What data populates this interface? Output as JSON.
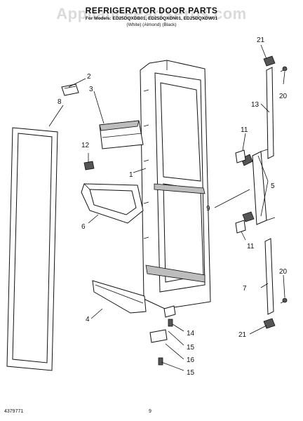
{
  "header": {
    "title": "REFRIGERATOR DOOR PARTS",
    "models": "For Models: ED25DQXDB01, ED25DQXDN01, ED25DQXDW01",
    "variants": "(White)      (Almond)      (Black)"
  },
  "watermark": "AppliancePartsPros.com",
  "callouts": {
    "c1": "1",
    "c2": "2",
    "c3": "3",
    "c4": "4",
    "c5": "5",
    "c6": "6",
    "c7": "7",
    "c8": "8",
    "c9": "9",
    "c11a": "11",
    "c11b": "11",
    "c12": "12",
    "c13": "13",
    "c14": "14",
    "c15a": "15",
    "c15b": "15",
    "c16": "16",
    "c20a": "20",
    "c20b": "20",
    "c21a": "21",
    "c21b": "21"
  },
  "footer": {
    "document_number": "4379771",
    "page_number": "9"
  }
}
